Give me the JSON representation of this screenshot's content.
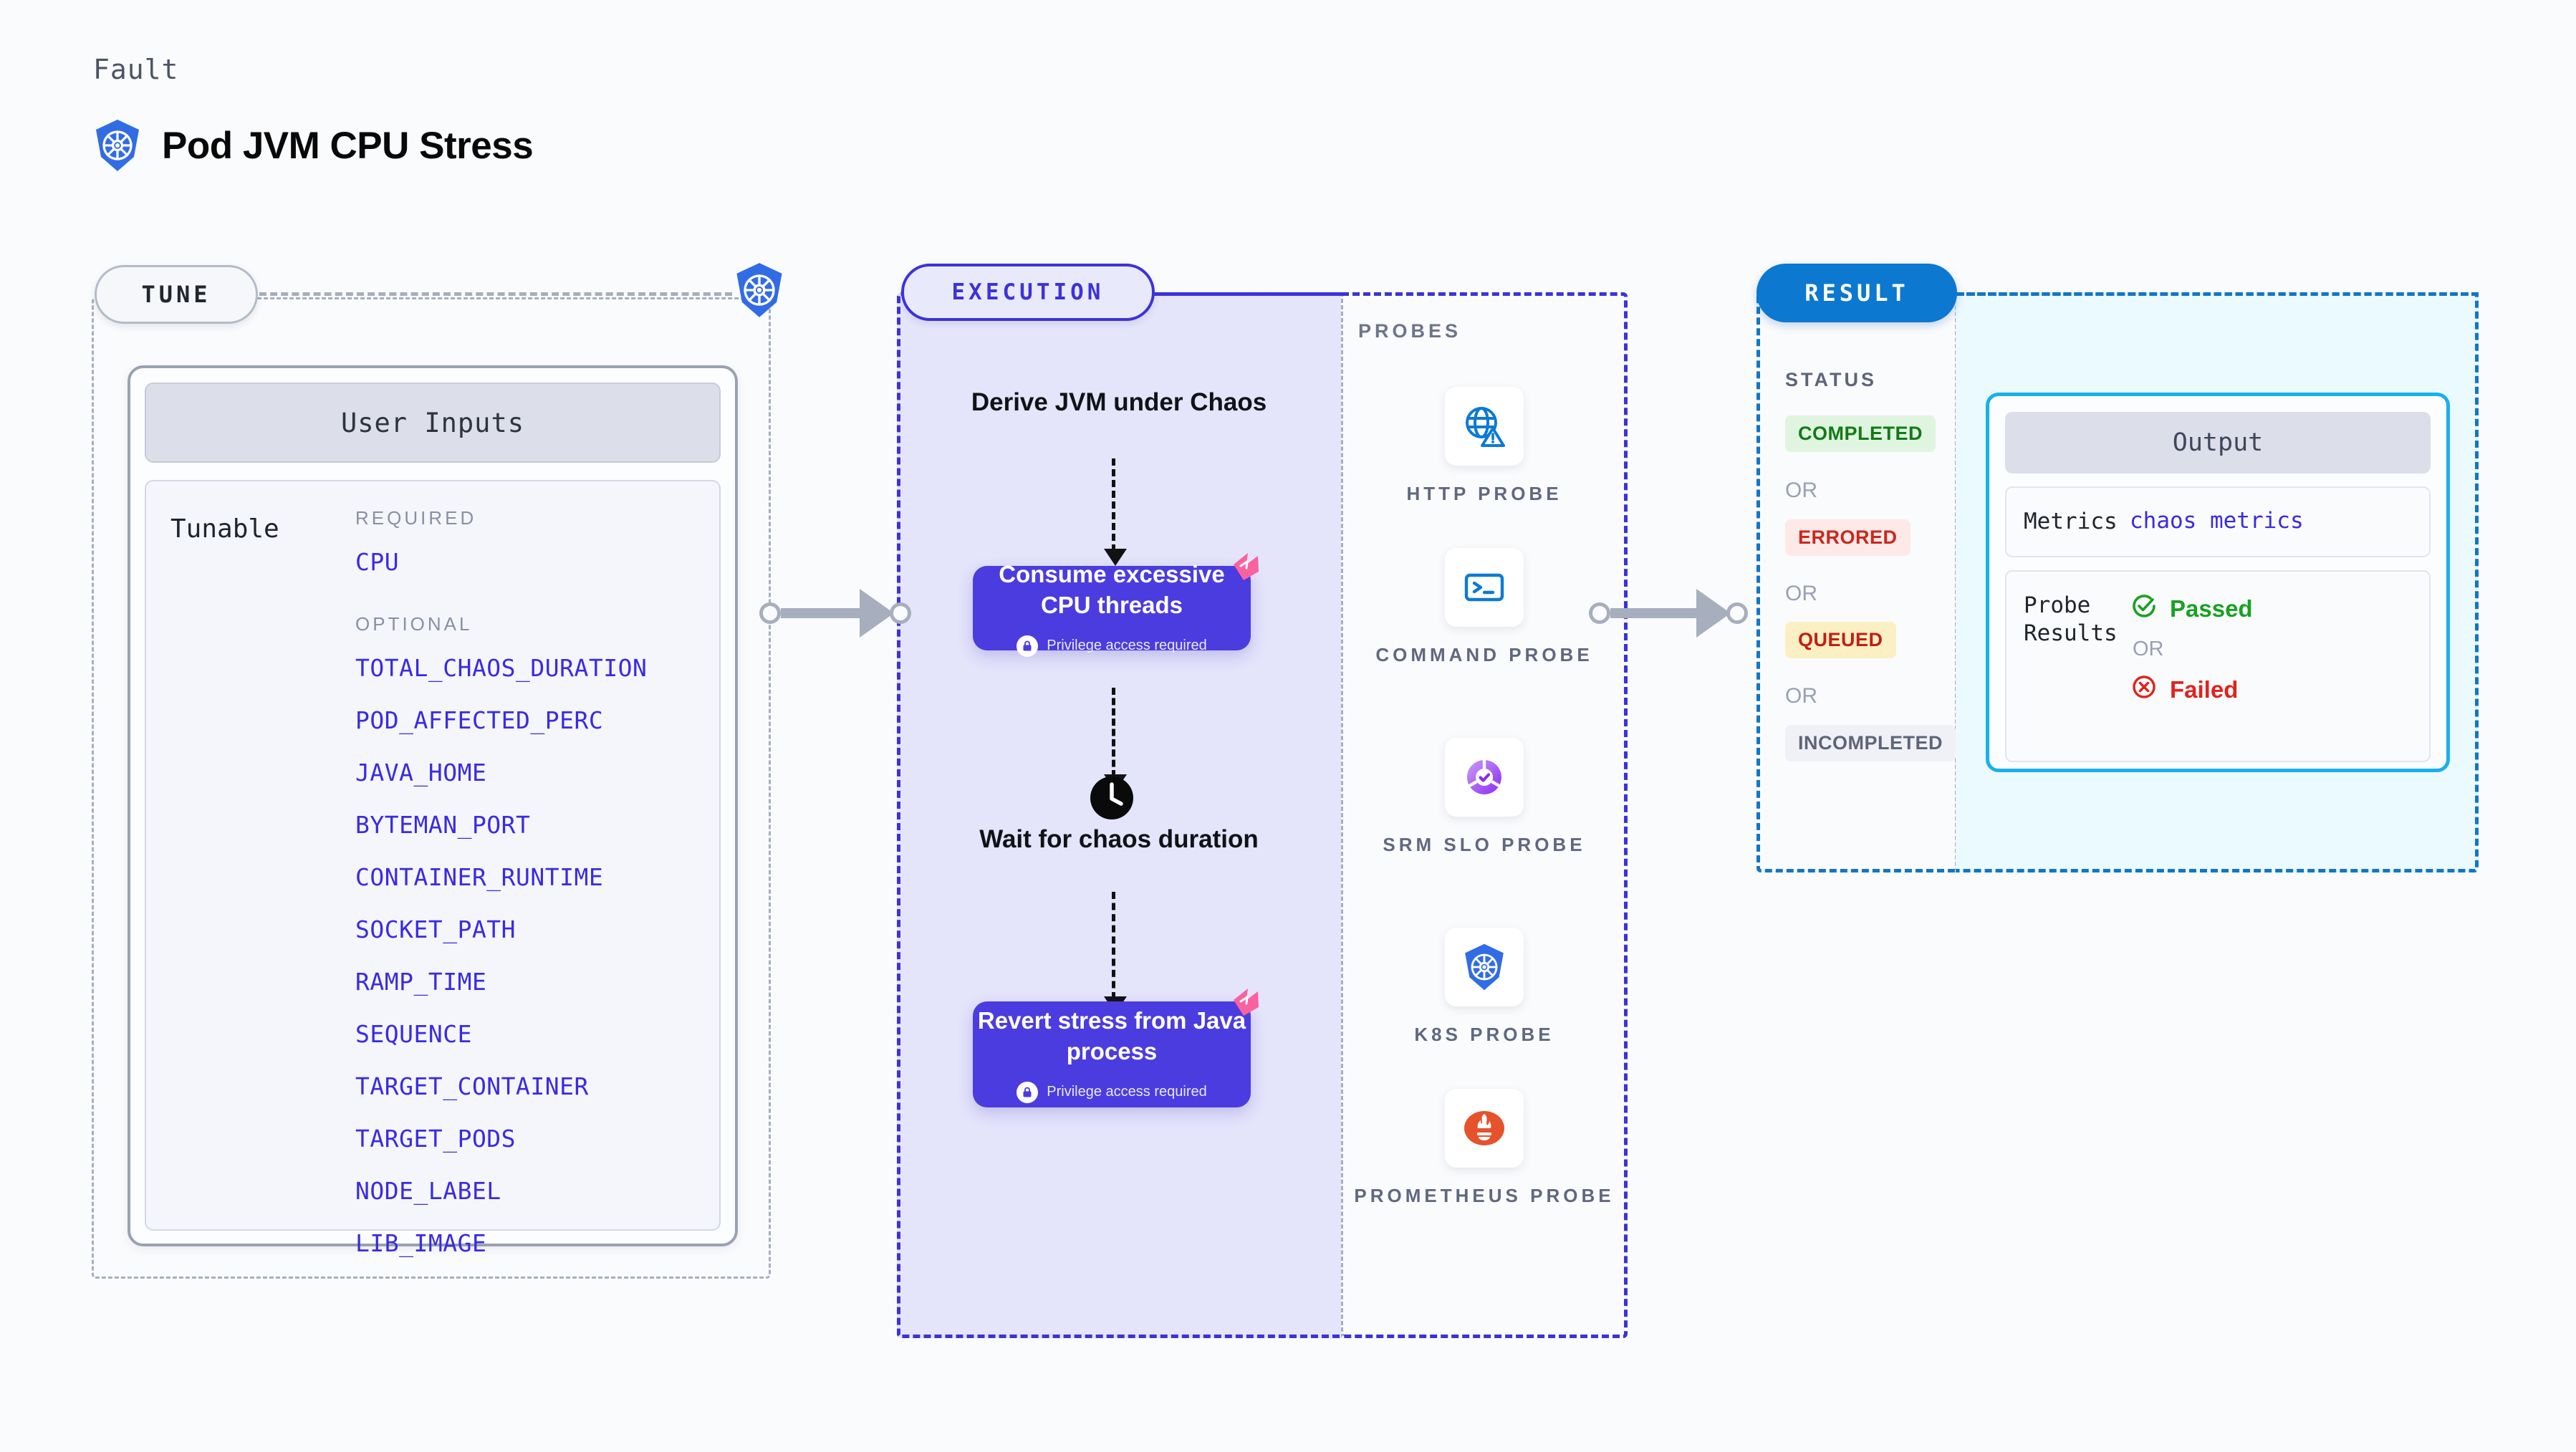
{
  "header": {
    "kicker": "Fault",
    "title": "Pod JVM CPU Stress",
    "icon": "kubernetes-icon"
  },
  "tune": {
    "pill_label": "TUNE",
    "platform_icon": "kubernetes-icon",
    "card": {
      "header": "User Inputs",
      "row_label": "Tunable",
      "groups": [
        {
          "title": "REQUIRED",
          "items": [
            "CPU"
          ]
        },
        {
          "title": "OPTIONAL",
          "items": [
            "TOTAL_CHAOS_DURATION",
            "POD_AFFECTED_PERC",
            "JAVA_HOME",
            "BYTEMAN_PORT",
            "CONTAINER_RUNTIME",
            "SOCKET_PATH",
            "RAMP_TIME",
            "SEQUENCE",
            "TARGET_CONTAINER",
            "TARGET_PODS",
            "NODE_LABEL",
            "LIB_IMAGE"
          ]
        }
      ]
    }
  },
  "execution": {
    "pill_label": "EXECUTION",
    "step_label_1": "Derive JVM under Chaos",
    "box_1": {
      "title": "Consume excessive CPU threads",
      "privilege": "Privilege access required",
      "badge_icon": "chaos-tag-icon",
      "lock_icon": "lock-icon"
    },
    "wait_label": "Wait for chaos duration",
    "wait_icon": "clock-icon",
    "box_2": {
      "title": "Revert stress from Java process",
      "privilege": "Privilege access required",
      "badge_icon": "chaos-tag-icon",
      "lock_icon": "lock-icon"
    }
  },
  "probes": {
    "title": "PROBES",
    "items": [
      {
        "label": "HTTP PROBE",
        "icon": "globe-warning-icon"
      },
      {
        "label": "COMMAND PROBE",
        "icon": "terminal-icon"
      },
      {
        "label": "SRM SLO PROBE",
        "icon": "slo-donut-check-icon"
      },
      {
        "label": "K8S PROBE",
        "icon": "kubernetes-icon"
      },
      {
        "label": "PROMETHEUS PROBE",
        "icon": "prometheus-icon"
      }
    ]
  },
  "result": {
    "pill_label": "RESULT",
    "status_title": "STATUS",
    "or_label": "OR",
    "statuses": [
      {
        "label": "COMPLETED",
        "bg": "#dff5e0",
        "color": "#137a18"
      },
      {
        "label": "ERRORED",
        "bg": "#fde9e7",
        "color": "#c8281d"
      },
      {
        "label": "QUEUED",
        "bg": "#fbefc4",
        "color": "#c01f16"
      },
      {
        "label": "INCOMPLETED",
        "bg": "#f0f1f6",
        "color": "#5e6579"
      }
    ],
    "output": {
      "header": "Output",
      "metrics_key": "Metrics",
      "metrics_value": "chaos metrics",
      "probe_results_key": "Probe Results",
      "passed_label": "Passed",
      "failed_label": "Failed",
      "or_label": "OR",
      "passed_icon": "check-circle-icon",
      "failed_icon": "x-circle-icon"
    }
  },
  "colors": {
    "accent_purple": "#4b3ce0",
    "accent_blue": "#0c78d0",
    "tunable_link": "#3a2ae3",
    "chaos_pink": "#f9629f",
    "k8s_blue": "#326ce5",
    "prometheus_orange": "#e6522c",
    "passed_green": "#18a222",
    "failed_red": "#e0231c",
    "output_border": "#19b0ec"
  }
}
